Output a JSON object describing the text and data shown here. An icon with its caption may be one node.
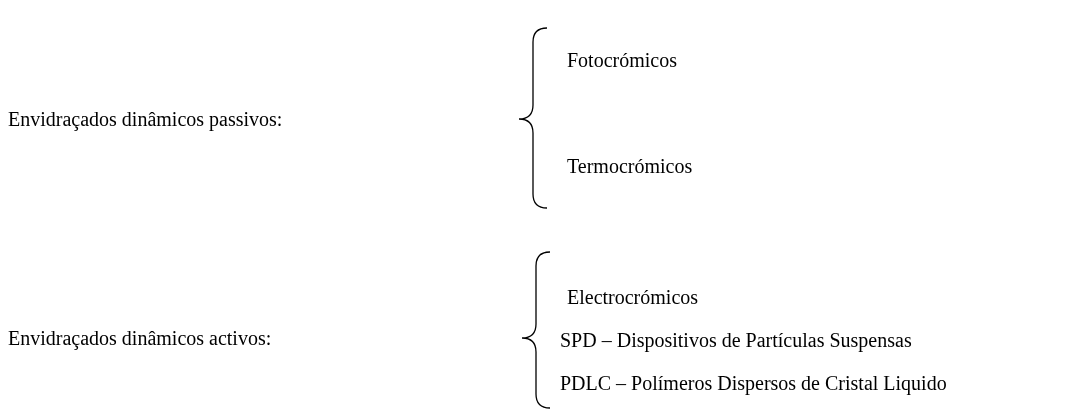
{
  "diagram": {
    "labels": [
      "Envidraçados dinâmicos passivos:",
      "Fotocrómicos",
      "Termocrómicos",
      "Envidraçados dinâmicos activos:",
      "Electrocrómicos",
      "SPD – Dispositivos de Partículas Suspensas",
      "PDLC – Polímeros Dispersos de Cristal Liquido"
    ]
  }
}
